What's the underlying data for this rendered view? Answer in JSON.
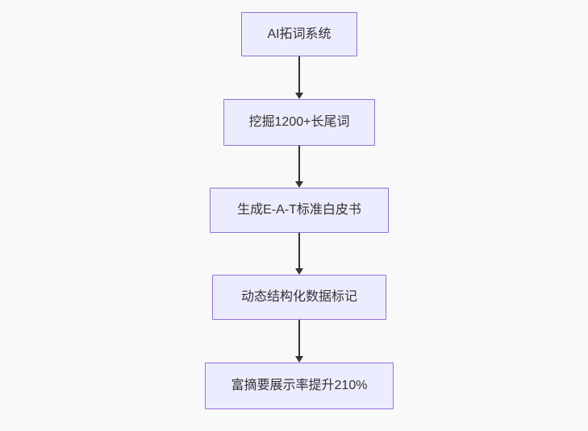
{
  "diagram": {
    "type": "flowchart",
    "direction": "top-down",
    "colors": {
      "background": "#f9f9f9",
      "node-fill": "#ECECFF",
      "node-border": "#9370DB",
      "arrow": "#333333",
      "text": "#333333"
    },
    "nodes": [
      {
        "id": "n1",
        "label": "AI拓词系统"
      },
      {
        "id": "n2",
        "label": "挖掘1200+长尾词"
      },
      {
        "id": "n3",
        "label": "生成E-A-T标准白皮书"
      },
      {
        "id": "n4",
        "label": "动态结构化数据标记"
      },
      {
        "id": "n5",
        "label": "富摘要展示率提升210%"
      }
    ],
    "edges": [
      {
        "from": "n1",
        "to": "n2"
      },
      {
        "from": "n2",
        "to": "n3"
      },
      {
        "from": "n3",
        "to": "n4"
      },
      {
        "from": "n4",
        "to": "n5"
      }
    ]
  }
}
